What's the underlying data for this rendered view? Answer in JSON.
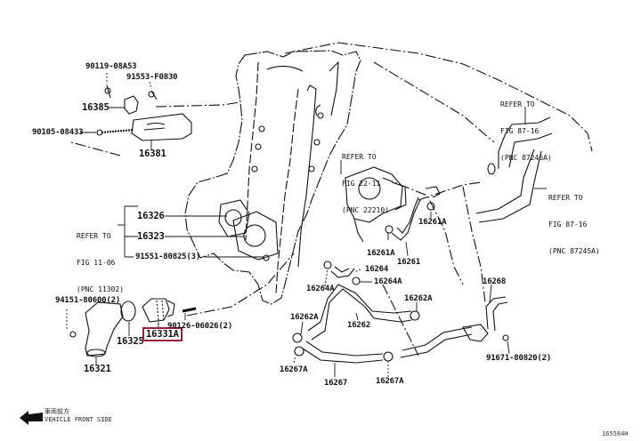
{
  "diagram": {
    "highlight_color": "#9b1c3a",
    "figure_code": "165584H",
    "front_indicator": {
      "icon": "arrow-left-icon",
      "line1": "車両前方",
      "line2": "VEHICLE FRONT SIDE"
    },
    "references": [
      {
        "line1": "REFER TO",
        "line2": "FIG 11-06",
        "line3": "(PNC 11302)"
      },
      {
        "line1": "REFER TO",
        "line2": "FIG 22-11",
        "line3": "(PNC 22210)"
      },
      {
        "line1": "REFER TO",
        "line2": "FIG 87-16",
        "line3": "(PNC 87246A)"
      },
      {
        "line1": "REFER TO",
        "line2": "FIG 87-16",
        "line3": "(PNC 87245A)"
      }
    ],
    "parts": {
      "p90119": "90119-08A53",
      "p91553": "91553-F0830",
      "p16385": "16385",
      "p90105": "90105-08433",
      "p16381": "16381",
      "p16326": "16326",
      "p16323": "16323",
      "p91551": "91551-80825(3)",
      "p94151": "94151-80600(2)",
      "p16321": "16321",
      "p16325": "16325",
      "p16331A": "16331A",
      "p90126": "90126-06026(2)",
      "p16261A_a": "16261A",
      "p16261A_b": "16261A",
      "p16261": "16261",
      "p16264": "16264",
      "p16264A_a": "16264A",
      "p16264A_b": "16264A",
      "p16262A_a": "16262A",
      "p16262A_b": "16262A",
      "p16262": "16262",
      "p16267A_a": "16267A",
      "p16267A_b": "16267A",
      "p16267": "16267",
      "p16268": "16268",
      "p91671": "91671-80820(2)"
    }
  }
}
